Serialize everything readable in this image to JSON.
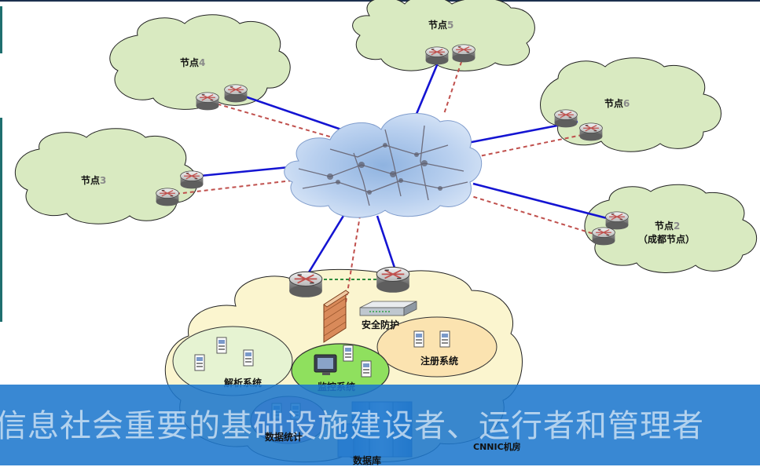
{
  "nodes": {
    "n5": {
      "label": "节点",
      "num": "5"
    },
    "n4": {
      "label": "节点",
      "num": "4"
    },
    "n6": {
      "label": "节点",
      "num": "6"
    },
    "n3": {
      "label": "节点",
      "num": "3"
    },
    "n2": {
      "label": "节点",
      "num": "2",
      "sub": "（成都节点）"
    }
  },
  "center": {
    "security": "安全防护",
    "registration": "注册系统",
    "resolution": "解析系统",
    "monitoring": "监控系统",
    "statistics": "数据统计",
    "database": "数据库",
    "room": "CNNIC机房"
  },
  "banner": {
    "text": "信息社会重要的基础设施建设者、运行者和管理者"
  },
  "colors": {
    "cloud_green": "#d9eac1",
    "core_yellow": "#fbf5cf",
    "link_blue": "#1414d2",
    "link_dashed": "#c0504d",
    "banner_blue": "#1e78cd"
  }
}
